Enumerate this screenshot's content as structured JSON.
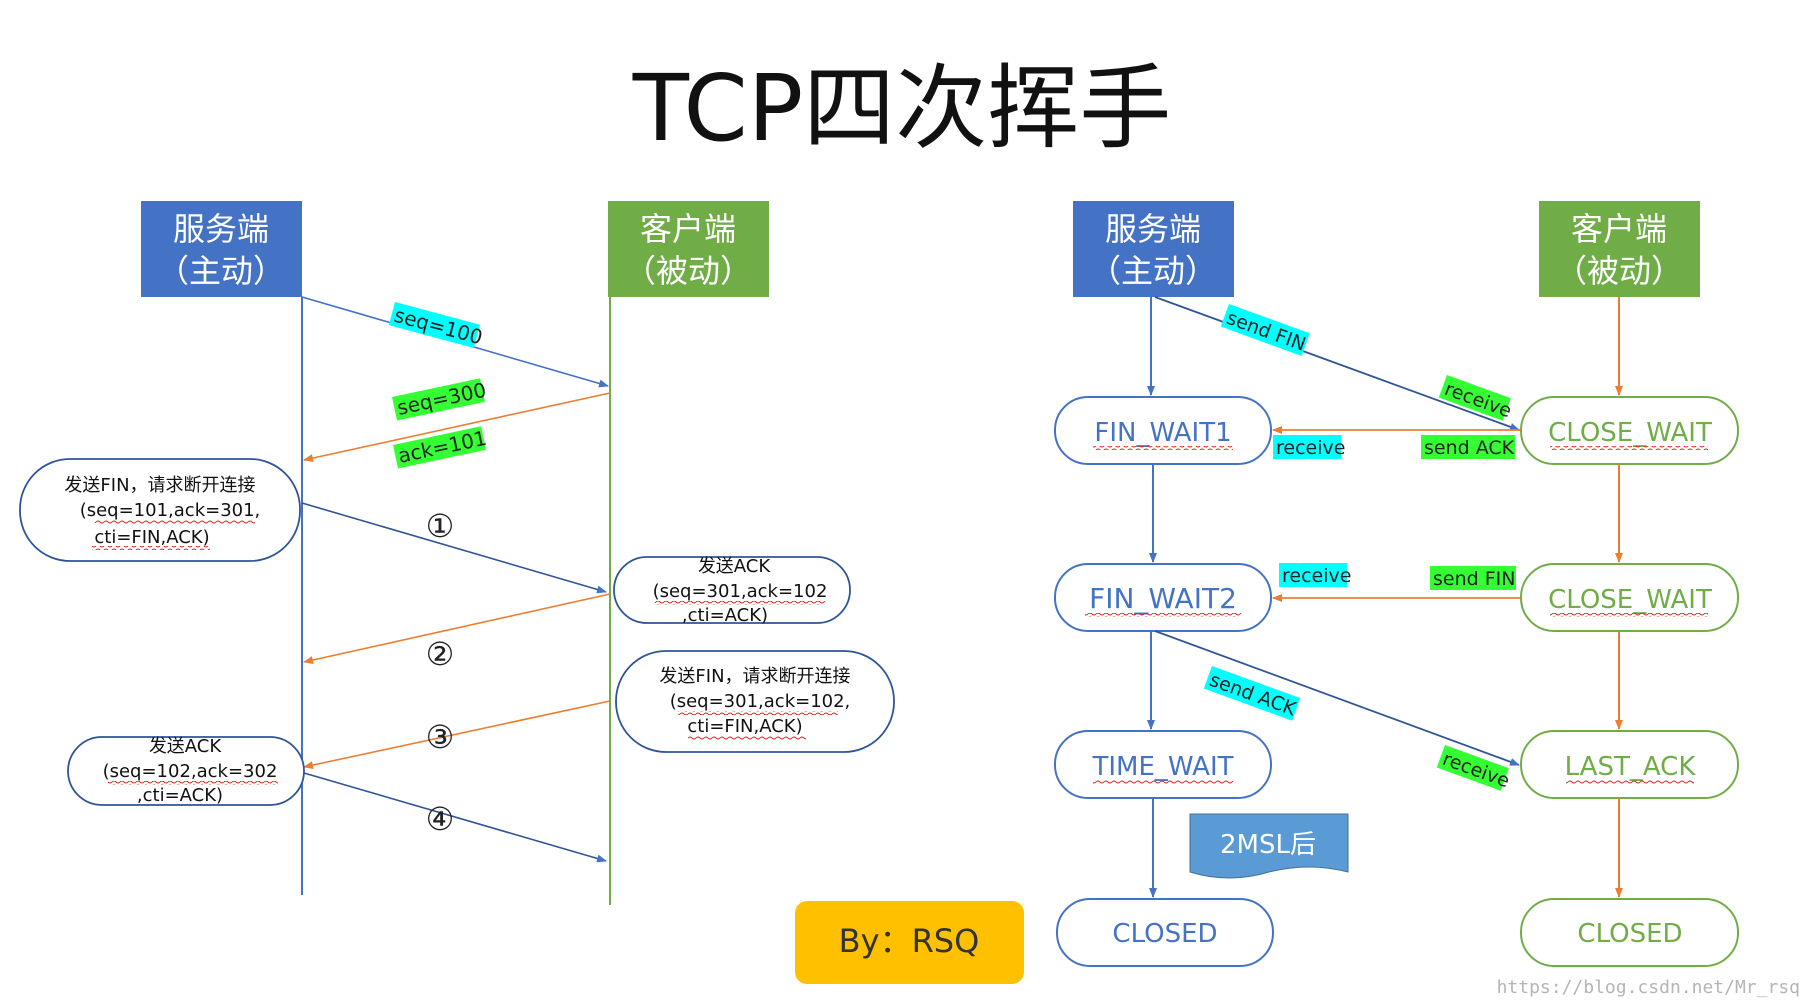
{
  "title": "TCP四次挥手",
  "left": {
    "server_box": {
      "line1": "服务端",
      "line2": "（主动）"
    },
    "client_box": {
      "line1": "客户端",
      "line2": "（被动）"
    },
    "labels": {
      "seq100": "seq=100",
      "seq300": "seq=300",
      "ack101": "ack=101"
    },
    "steps": [
      "①",
      "②",
      "③",
      "④"
    ],
    "notes": {
      "fin1": [
        "发送FIN，请求断开连接",
        "(seq=101,ack=301,",
        "cti=FIN,ACK)"
      ],
      "ack1": [
        "发送ACK",
        "(seq=301,ack=102",
        ",cti=ACK)"
      ],
      "fin2": [
        "发送FIN，请求断开连接",
        "(seq=301,ack=102,",
        "cti=FIN,ACK)"
      ],
      "ack2": [
        "发送ACK",
        "(seq=102,ack=302",
        ",cti=ACK)"
      ]
    }
  },
  "right": {
    "server_box": {
      "line1": "服务端",
      "line2": "（主动）"
    },
    "client_box": {
      "line1": "客户端",
      "line2": "（被动）"
    },
    "server_states": [
      "FIN_WAIT1",
      "FIN_WAIT2",
      "TIME_WAIT",
      "CLOSED"
    ],
    "client_states": [
      "CLOSE_WAIT",
      "CLOSE_WAIT",
      "LAST_ACK",
      "CLOSED"
    ],
    "labels": {
      "send_fin_1": "send FIN",
      "receive_1": "receive",
      "receive_2": "receive",
      "send_ack_1": "send ACK",
      "receive_3": "receive",
      "send_fin_2": "send FIN",
      "send_ack_2": "send ACK",
      "receive_4": "receive"
    },
    "wait_flag": "2MSL后"
  },
  "byline": "By：RSQ",
  "watermark": "https://blog.csdn.net/Mr_rsq",
  "colors": {
    "blue": "#4472C4",
    "green": "#70AD47",
    "orange": "#ED7D31",
    "cyan_tag": "#00FFFF",
    "green_tag": "#33FF33",
    "byline_bg": "#FFC000",
    "flag_bg": "#5B9BD5"
  }
}
